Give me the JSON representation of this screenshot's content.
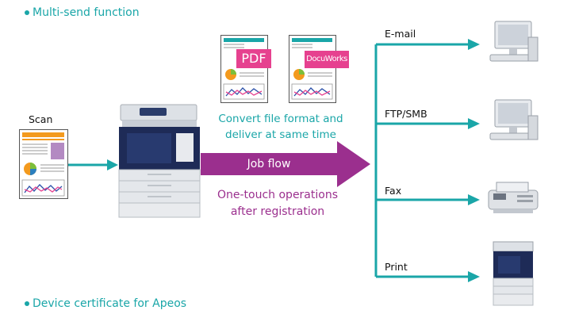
{
  "headings": {
    "multi_send": "Multi-send function",
    "device_certificate": "Device certificate for Apeos"
  },
  "source": {
    "label": "Scan"
  },
  "conversion": {
    "caption_line1": "Convert file format and",
    "caption_line2": "deliver at same time",
    "formats": [
      "PDF",
      "DocuWorks"
    ]
  },
  "job_flow": {
    "label": "Job flow",
    "caption_line1": "One-touch operations",
    "caption_line2": "after registration"
  },
  "destinations": [
    {
      "label": "E-mail",
      "device": "desktop-computer-icon"
    },
    {
      "label": "FTP/SMB",
      "device": "desktop-computer-icon"
    },
    {
      "label": "Fax",
      "device": "fax-machine-icon"
    },
    {
      "label": "Print",
      "device": "printer-icon"
    }
  ],
  "colors": {
    "teal": "#1aa6a8",
    "purple": "#9b2f8e",
    "magenta": "#e6418f",
    "orange": "#f39a1e",
    "navy": "#1e2b57"
  }
}
